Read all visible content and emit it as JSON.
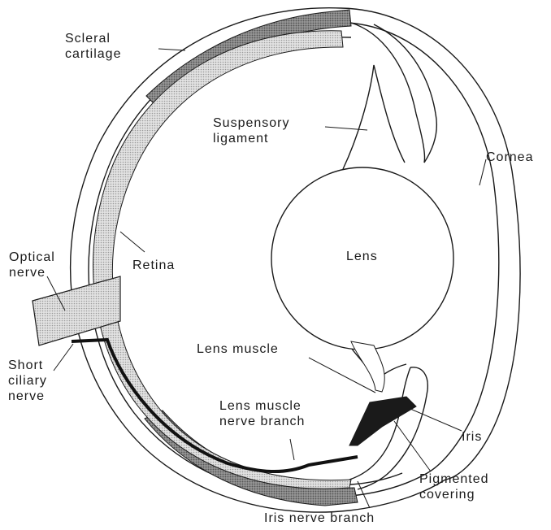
{
  "labels": {
    "scleral_cartilage": [
      "Scleral",
      "cartilage"
    ],
    "suspensory_ligament": [
      "Suspensory",
      "ligament"
    ],
    "cornea": "Cornea",
    "optical_nerve": [
      "Optical",
      "nerve"
    ],
    "retina": "Retina",
    "lens": "Lens",
    "short_ciliary_nerve": [
      "Short",
      "ciliary",
      "nerve"
    ],
    "lens_muscle": "Lens muscle",
    "lens_muscle_nerve_branch": [
      "Lens muscle",
      "nerve branch"
    ],
    "iris": "Iris",
    "pigmented_covering": [
      "Pigmented",
      "covering"
    ],
    "iris_nerve_branch": "Iris nerve branch"
  },
  "colors": {
    "ink": "#1a1a1a",
    "stipple": "#c4c4c4",
    "cartilage": "#8a8a8a",
    "iris": "#222222",
    "paper": "#ffffff"
  }
}
